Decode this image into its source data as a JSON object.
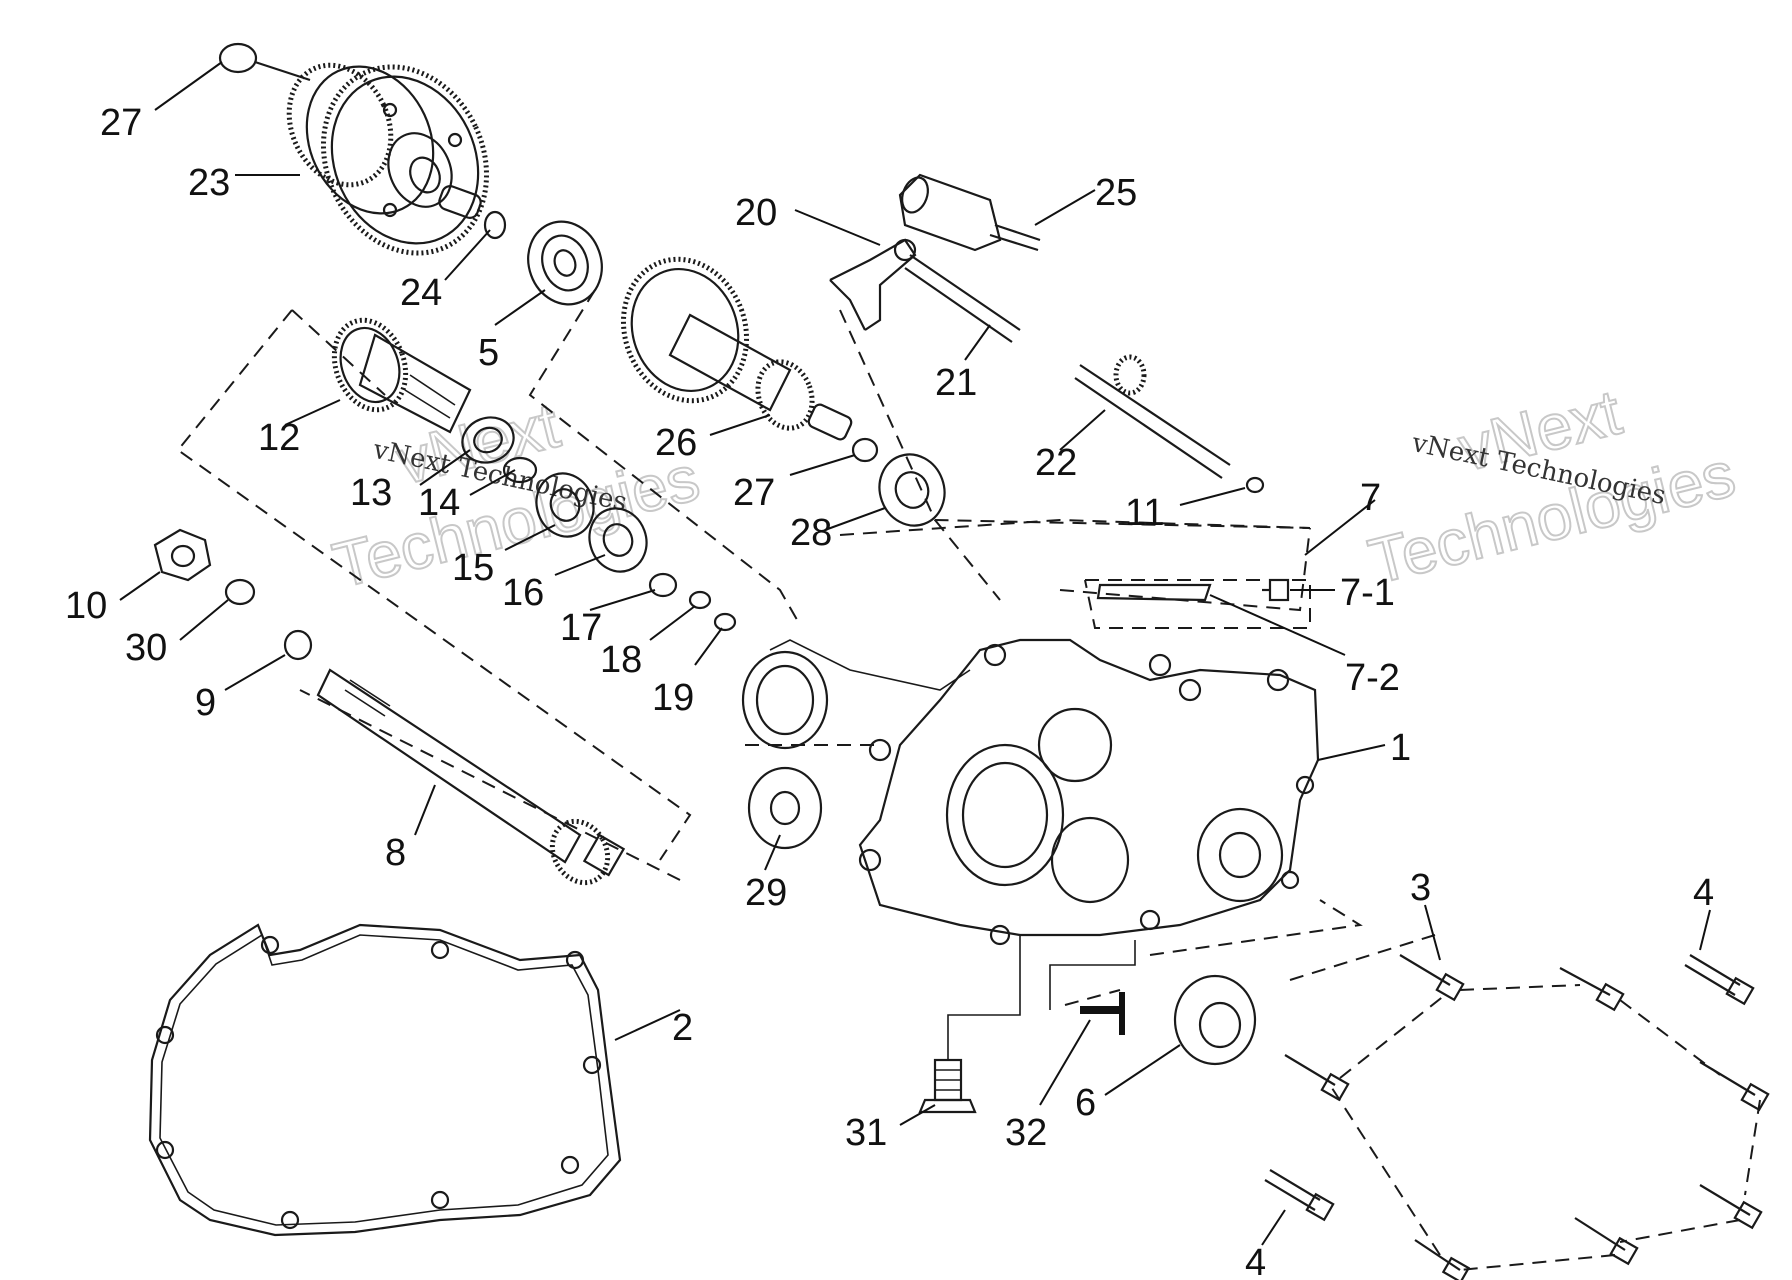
{
  "diagram": {
    "callouts": [
      {
        "id": "c27a",
        "label": "27"
      },
      {
        "id": "c23",
        "label": "23"
      },
      {
        "id": "c24",
        "label": "24"
      },
      {
        "id": "c5",
        "label": "5"
      },
      {
        "id": "c12",
        "label": "12"
      },
      {
        "id": "c13",
        "label": "13"
      },
      {
        "id": "c14",
        "label": "14"
      },
      {
        "id": "c15",
        "label": "15"
      },
      {
        "id": "c16",
        "label": "16"
      },
      {
        "id": "c17",
        "label": "17"
      },
      {
        "id": "c18",
        "label": "18"
      },
      {
        "id": "c19",
        "label": "19"
      },
      {
        "id": "c10",
        "label": "10"
      },
      {
        "id": "c30",
        "label": "30"
      },
      {
        "id": "c9",
        "label": "9"
      },
      {
        "id": "c8",
        "label": "8"
      },
      {
        "id": "c26",
        "label": "26"
      },
      {
        "id": "c27b",
        "label": "27"
      },
      {
        "id": "c28",
        "label": "28"
      },
      {
        "id": "c20",
        "label": "20"
      },
      {
        "id": "c25",
        "label": "25"
      },
      {
        "id": "c21",
        "label": "21"
      },
      {
        "id": "c22",
        "label": "22"
      },
      {
        "id": "c11",
        "label": "11"
      },
      {
        "id": "c7",
        "label": "7"
      },
      {
        "id": "c7-1",
        "label": "7-1"
      },
      {
        "id": "c7-2",
        "label": "7-2"
      },
      {
        "id": "c1",
        "label": "1"
      },
      {
        "id": "c29",
        "label": "29"
      },
      {
        "id": "c2",
        "label": "2"
      },
      {
        "id": "c3",
        "label": "3"
      },
      {
        "id": "c4a",
        "label": "4"
      },
      {
        "id": "c4b",
        "label": "4"
      },
      {
        "id": "c6",
        "label": "6"
      },
      {
        "id": "c31",
        "label": "31"
      },
      {
        "id": "c32",
        "label": "32"
      }
    ],
    "watermarks": [
      {
        "id": "wm1",
        "small": "vNext Technologies",
        "large_top": "vNext",
        "large_bottom": "Technologies"
      },
      {
        "id": "wm2",
        "small": "vNext Technologies",
        "large_top": "vNext",
        "large_bottom": "Technologies"
      }
    ]
  }
}
